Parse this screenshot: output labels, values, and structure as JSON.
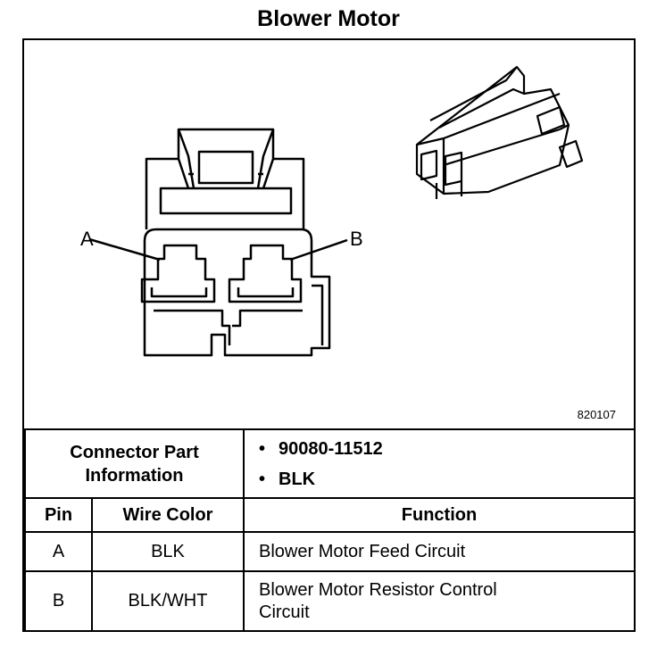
{
  "title": "Blower Motor",
  "diagram": {
    "pin_labels": [
      "A",
      "B"
    ],
    "diagram_number": "820107"
  },
  "connector_info": {
    "heading_line1": "Connector Part",
    "heading_line2": "Information",
    "items": [
      "90080-11512",
      "BLK"
    ]
  },
  "table": {
    "headers": [
      "Pin",
      "Wire Color",
      "Function"
    ],
    "rows": [
      {
        "pin": "A",
        "wire_color": "BLK",
        "function": [
          "Blower Motor Feed Circuit"
        ]
      },
      {
        "pin": "B",
        "wire_color": "BLK/WHT",
        "function": [
          "Blower Motor Resistor Control",
          "Circuit"
        ]
      }
    ]
  }
}
